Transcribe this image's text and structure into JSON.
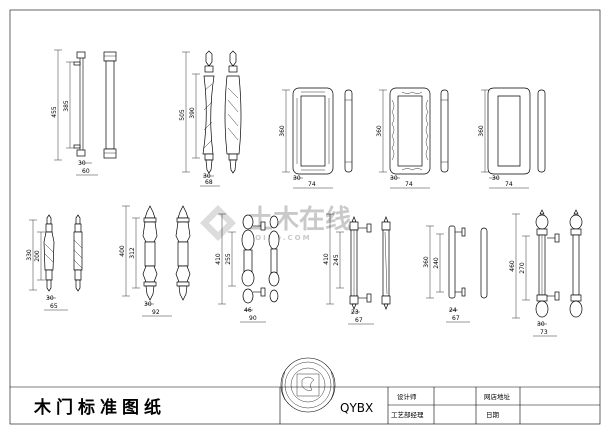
{
  "title_block": {
    "title": "木门标准图纸",
    "code": "QYBX",
    "designer_label": "设计师",
    "project_label": "网店地址",
    "manager_label": "工艺部经理",
    "date_label": "日期"
  },
  "watermark": {
    "text": "土木在线",
    "sub": "COIBO.COM"
  },
  "handles": [
    {
      "id": "h1",
      "dims": [
        "455",
        "385",
        "30",
        "60"
      ]
    },
    {
      "id": "h2",
      "dims": [
        "505",
        "390",
        "30",
        "68"
      ]
    },
    {
      "id": "h3",
      "dims": [
        "360",
        "30",
        "74"
      ]
    },
    {
      "id": "h4",
      "dims": [
        "360",
        "30",
        "74"
      ]
    },
    {
      "id": "h5",
      "dims": [
        "360",
        "30",
        "74"
      ]
    },
    {
      "id": "h6",
      "dims": [
        "330",
        "200",
        "30",
        "65"
      ]
    },
    {
      "id": "h7",
      "dims": [
        "400",
        "312",
        "30",
        "92"
      ]
    },
    {
      "id": "h8",
      "dims": [
        "410",
        "255",
        "46",
        "90"
      ]
    },
    {
      "id": "h9",
      "dims": [
        "410",
        "245",
        "23",
        "67"
      ]
    },
    {
      "id": "h10",
      "dims": [
        "360",
        "240",
        "24",
        "67"
      ]
    },
    {
      "id": "h11",
      "dims": [
        "460",
        "270",
        "30",
        "73"
      ]
    }
  ],
  "colors": {
    "line": "#000000",
    "paper": "#ffffff",
    "watermark": "#c9c9c9"
  }
}
